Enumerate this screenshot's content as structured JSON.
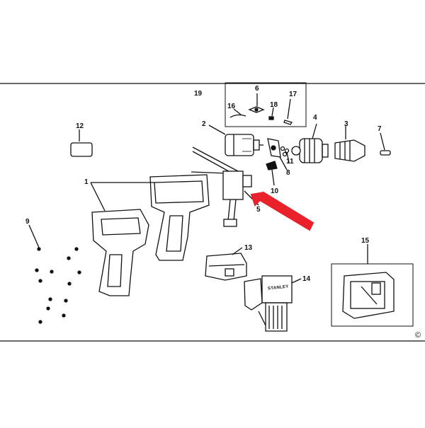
{
  "diagram": {
    "labels": {
      "p1": "1",
      "p2": "2",
      "p3": "3",
      "p4": "4",
      "p5": "5",
      "p6": "6",
      "p7": "7",
      "p8": "8",
      "p9": "9",
      "p10": "10",
      "p11": "11",
      "p12": "12",
      "p13": "13",
      "p14": "14",
      "p15": "15",
      "p16": "16",
      "p17": "17",
      "p18": "18",
      "p19": "19"
    },
    "brand_text": "STANLEY",
    "copyright": "©",
    "colors": {
      "line": "#111111",
      "arrow": "#e8212b",
      "background": "#ffffff"
    }
  }
}
